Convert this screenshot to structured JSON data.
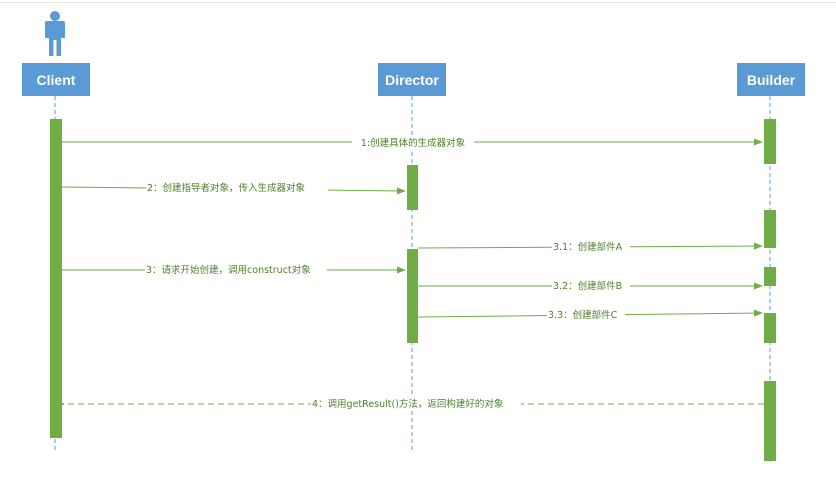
{
  "participants": {
    "client": "Client",
    "director": "Director",
    "builder": "Builder"
  },
  "messages": [
    {
      "label": "1:创建具体的生成器对象"
    },
    {
      "label": "2：创建指导者对象，传入生成器对象"
    },
    {
      "label": "3：请求开始创建，调用construct对象"
    },
    {
      "label": "3.1：创建部件A"
    },
    {
      "label": "3.2：创建部件B"
    },
    {
      "label": "3.3：创建部件C"
    },
    {
      "label": "4：调用getResult()方法，返回构建好的对象"
    }
  ],
  "colors": {
    "participant_fill": "#5b9bd5",
    "activation_fill": "#70ad47",
    "message_line": "#70ad47",
    "label_text": "#4e7f2a",
    "lifeline": "#5b9bd5",
    "actor": "#5b9bd5"
  },
  "icons": {
    "actor": "person-icon"
  }
}
